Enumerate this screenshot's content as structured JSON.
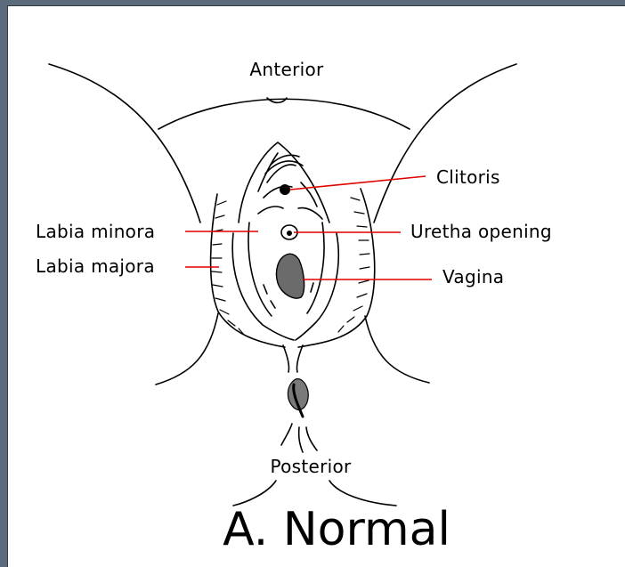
{
  "diagram": {
    "labels": {
      "anterior": "Anterior",
      "posterior": "Posterior",
      "clitoris": "Clitoris",
      "urethra_opening": "Uretha opening",
      "vagina": "Vagina",
      "labia_minora": "Labia minora",
      "labia_majora": "Labia majora"
    },
    "title": "A. Normal",
    "colors": {
      "leader": "#e00000",
      "vagina_fill": "#6b6b6b",
      "anus_fill": "#7a7a7a",
      "background": "#ffffff",
      "window_border": "#5b6b7c"
    }
  }
}
